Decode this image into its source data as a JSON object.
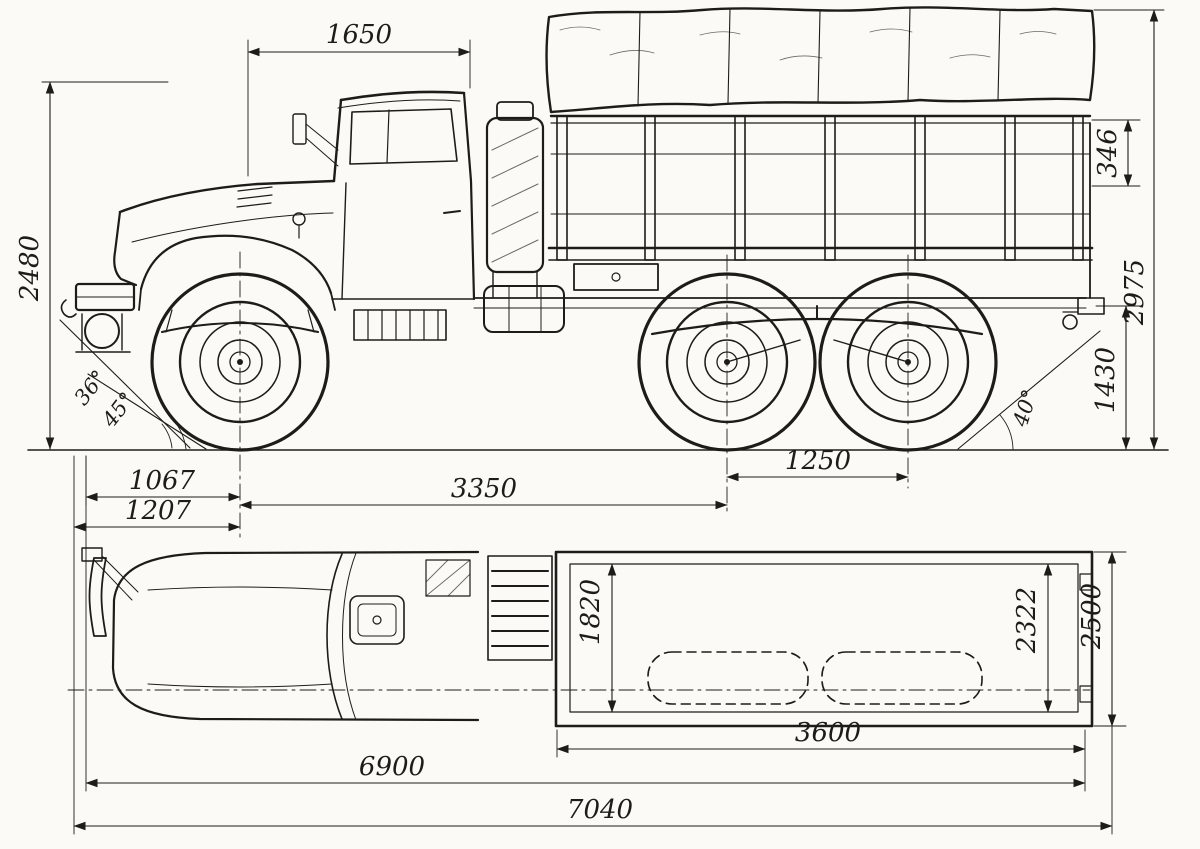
{
  "page": {
    "background": "#fbfaf6",
    "ink": "#1e1c19"
  },
  "dimensions": {
    "side": {
      "cab_length": "1650",
      "overall_height": "2480",
      "board_height": "346",
      "height_with_tarp": "2975",
      "loading_height": "1430",
      "angle_front_1": "36°",
      "angle_front_2": "45°",
      "angle_rear": "40°",
      "front_overhang_to_axle": "1067",
      "front_overhang_full": "1207",
      "wheelbase": "3350",
      "rear_bogie_base": "1250"
    },
    "top": {
      "bed_inner_width": "1820",
      "width_over_bed": "2322",
      "overall_width": "2500",
      "bed_length": "3600",
      "length_no_winch": "6900",
      "overall_length": "7040"
    }
  }
}
